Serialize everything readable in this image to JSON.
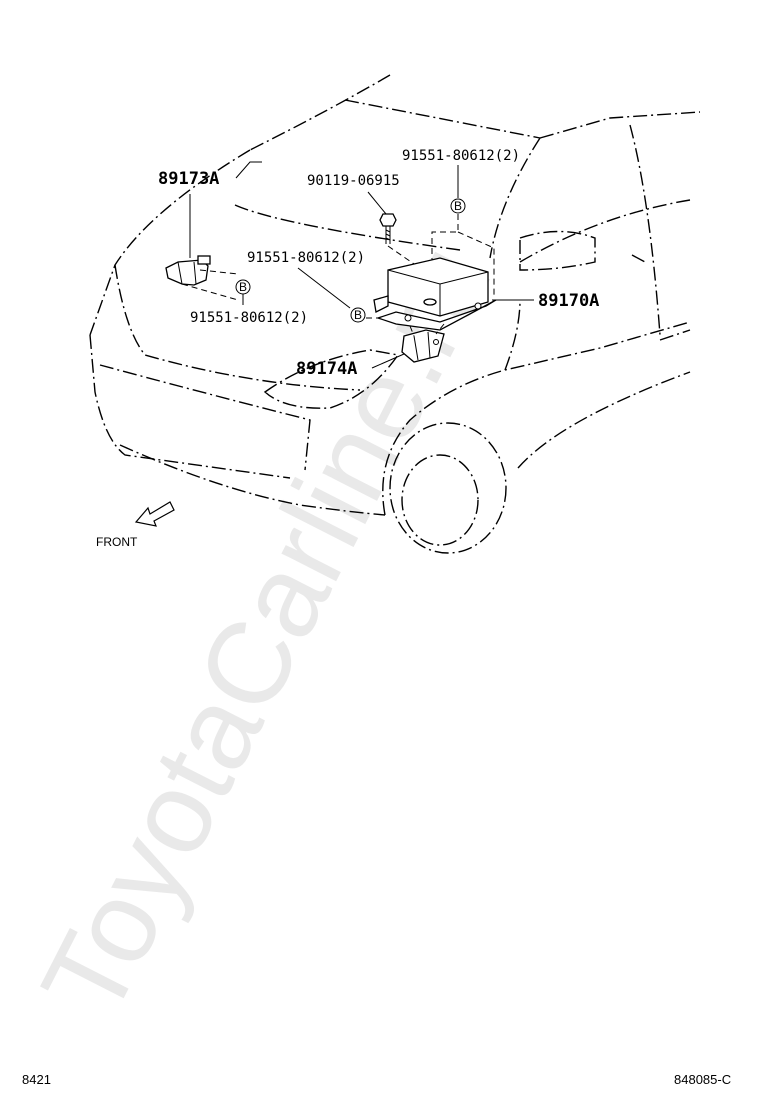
{
  "watermark": "ToyotaCarline.ru",
  "labels": {
    "part_89173A": "89173A",
    "part_89170A": "89170A",
    "part_89174A": "89174A",
    "bolt_90119": "90119-06915",
    "nut_top": "91551-80612(2)",
    "nut_mid": "91551-80612(2)",
    "nut_left": "91551-80612(2)",
    "ref_b_left": "B",
    "ref_b_mid": "B",
    "ref_b_top": "B",
    "front": "FRONT"
  },
  "footer": {
    "page_number": "8421",
    "figure_code": "848085-C"
  }
}
